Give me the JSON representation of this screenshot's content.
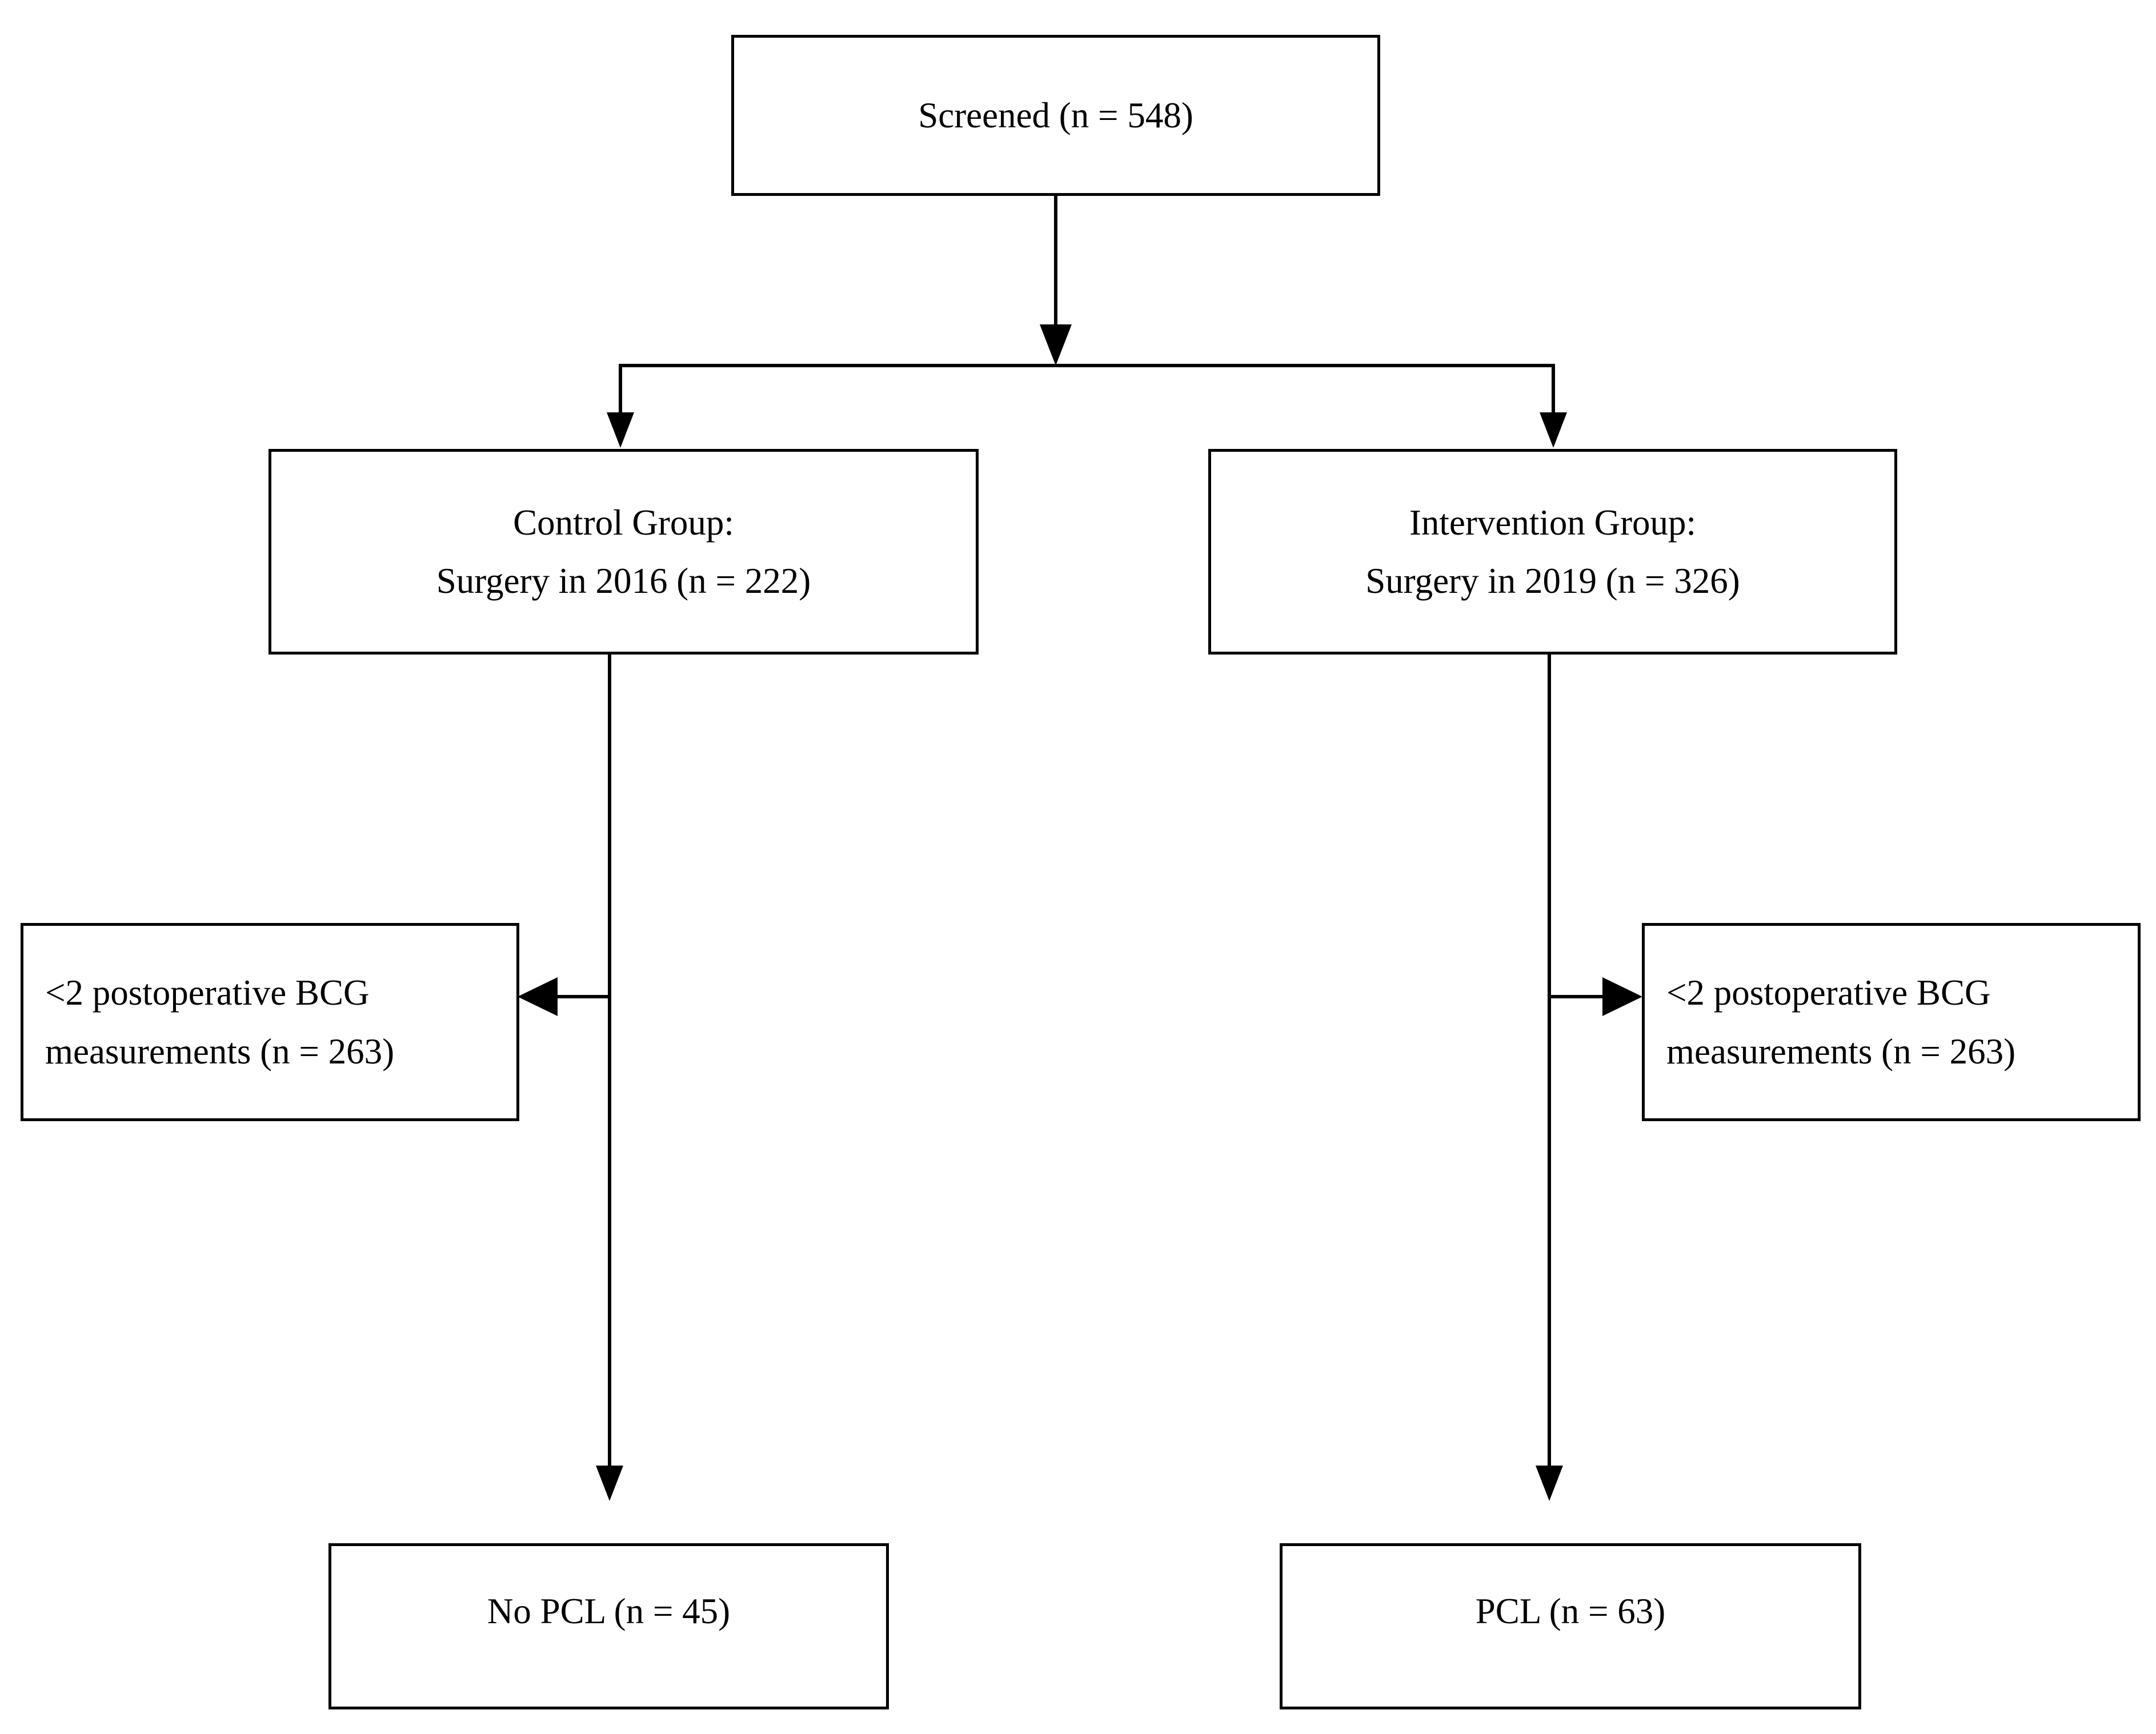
{
  "diagram": {
    "type": "flowchart",
    "orientation": "top-down",
    "nodes": {
      "screened": {
        "label": "Screened (n = 548)",
        "count": 548
      },
      "control_group": {
        "line1": "Control Group:",
        "line2": "Surgery in 2016 (n = 222)",
        "year": 2016,
        "count": 222
      },
      "intervention_group": {
        "line1": "Intervention Group:",
        "line2": "Surgery in 2019 (n = 326)",
        "year": 2019,
        "count": 326
      },
      "excluded_left": {
        "line1": "<2   postoperative   BCG",
        "line2": "measurements (n = 263)",
        "count": 263
      },
      "excluded_right": {
        "line1": "<2   postoperative   BCG",
        "line2": "measurements (n = 263)",
        "count": 263
      },
      "no_pcl": {
        "label": "No PCL (n = 45)",
        "count": 45
      },
      "pcl": {
        "label": "PCL (n = 63)",
        "count": 63
      }
    },
    "edges": [
      {
        "from": "screened",
        "to": "control_group",
        "style": "elbow-arrow"
      },
      {
        "from": "screened",
        "to": "intervention_group",
        "style": "elbow-arrow"
      },
      {
        "from": "control_group",
        "to": "excluded_left",
        "style": "side-arrow-left"
      },
      {
        "from": "control_group",
        "to": "no_pcl",
        "style": "straight-arrow-down"
      },
      {
        "from": "intervention_group",
        "to": "excluded_right",
        "style": "side-arrow-right"
      },
      {
        "from": "intervention_group",
        "to": "pcl",
        "style": "straight-arrow-down"
      }
    ],
    "colors": {
      "stroke": "#000000",
      "fill": "#ffffff",
      "text": "#000000"
    }
  }
}
